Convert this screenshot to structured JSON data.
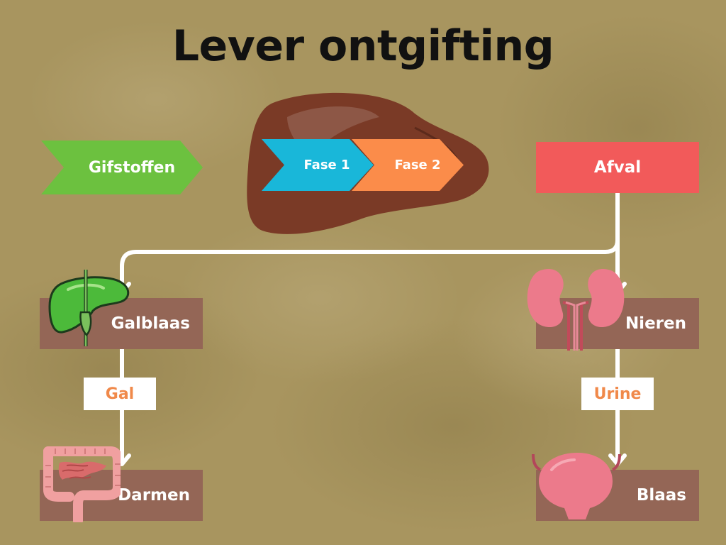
{
  "title": "Lever ontgifting",
  "colors": {
    "background": "#a8955f",
    "toxins": "#6cc13f",
    "phase1": "#19b7d9",
    "phase2": "#fb8c4a",
    "waste": "#f25a5a",
    "organ_box": "#946656",
    "liver": "#7a3a26",
    "label_text": "#f0894a",
    "connector": "#ffffff"
  },
  "nodes": {
    "toxins": "Gifstoffen",
    "phase1": "Fase 1",
    "phase2": "Fase 2",
    "waste": "Afval",
    "gallbladder": "Galblaas",
    "kidneys": "Nieren",
    "intestines": "Darmen",
    "bladder": "Blaas"
  },
  "edge_labels": {
    "bile": "Gal",
    "urine": "Urine"
  },
  "icons": [
    "liver-icon",
    "gallbladder-liver-icon",
    "kidneys-icon",
    "intestines-icon",
    "bladder-icon"
  ]
}
